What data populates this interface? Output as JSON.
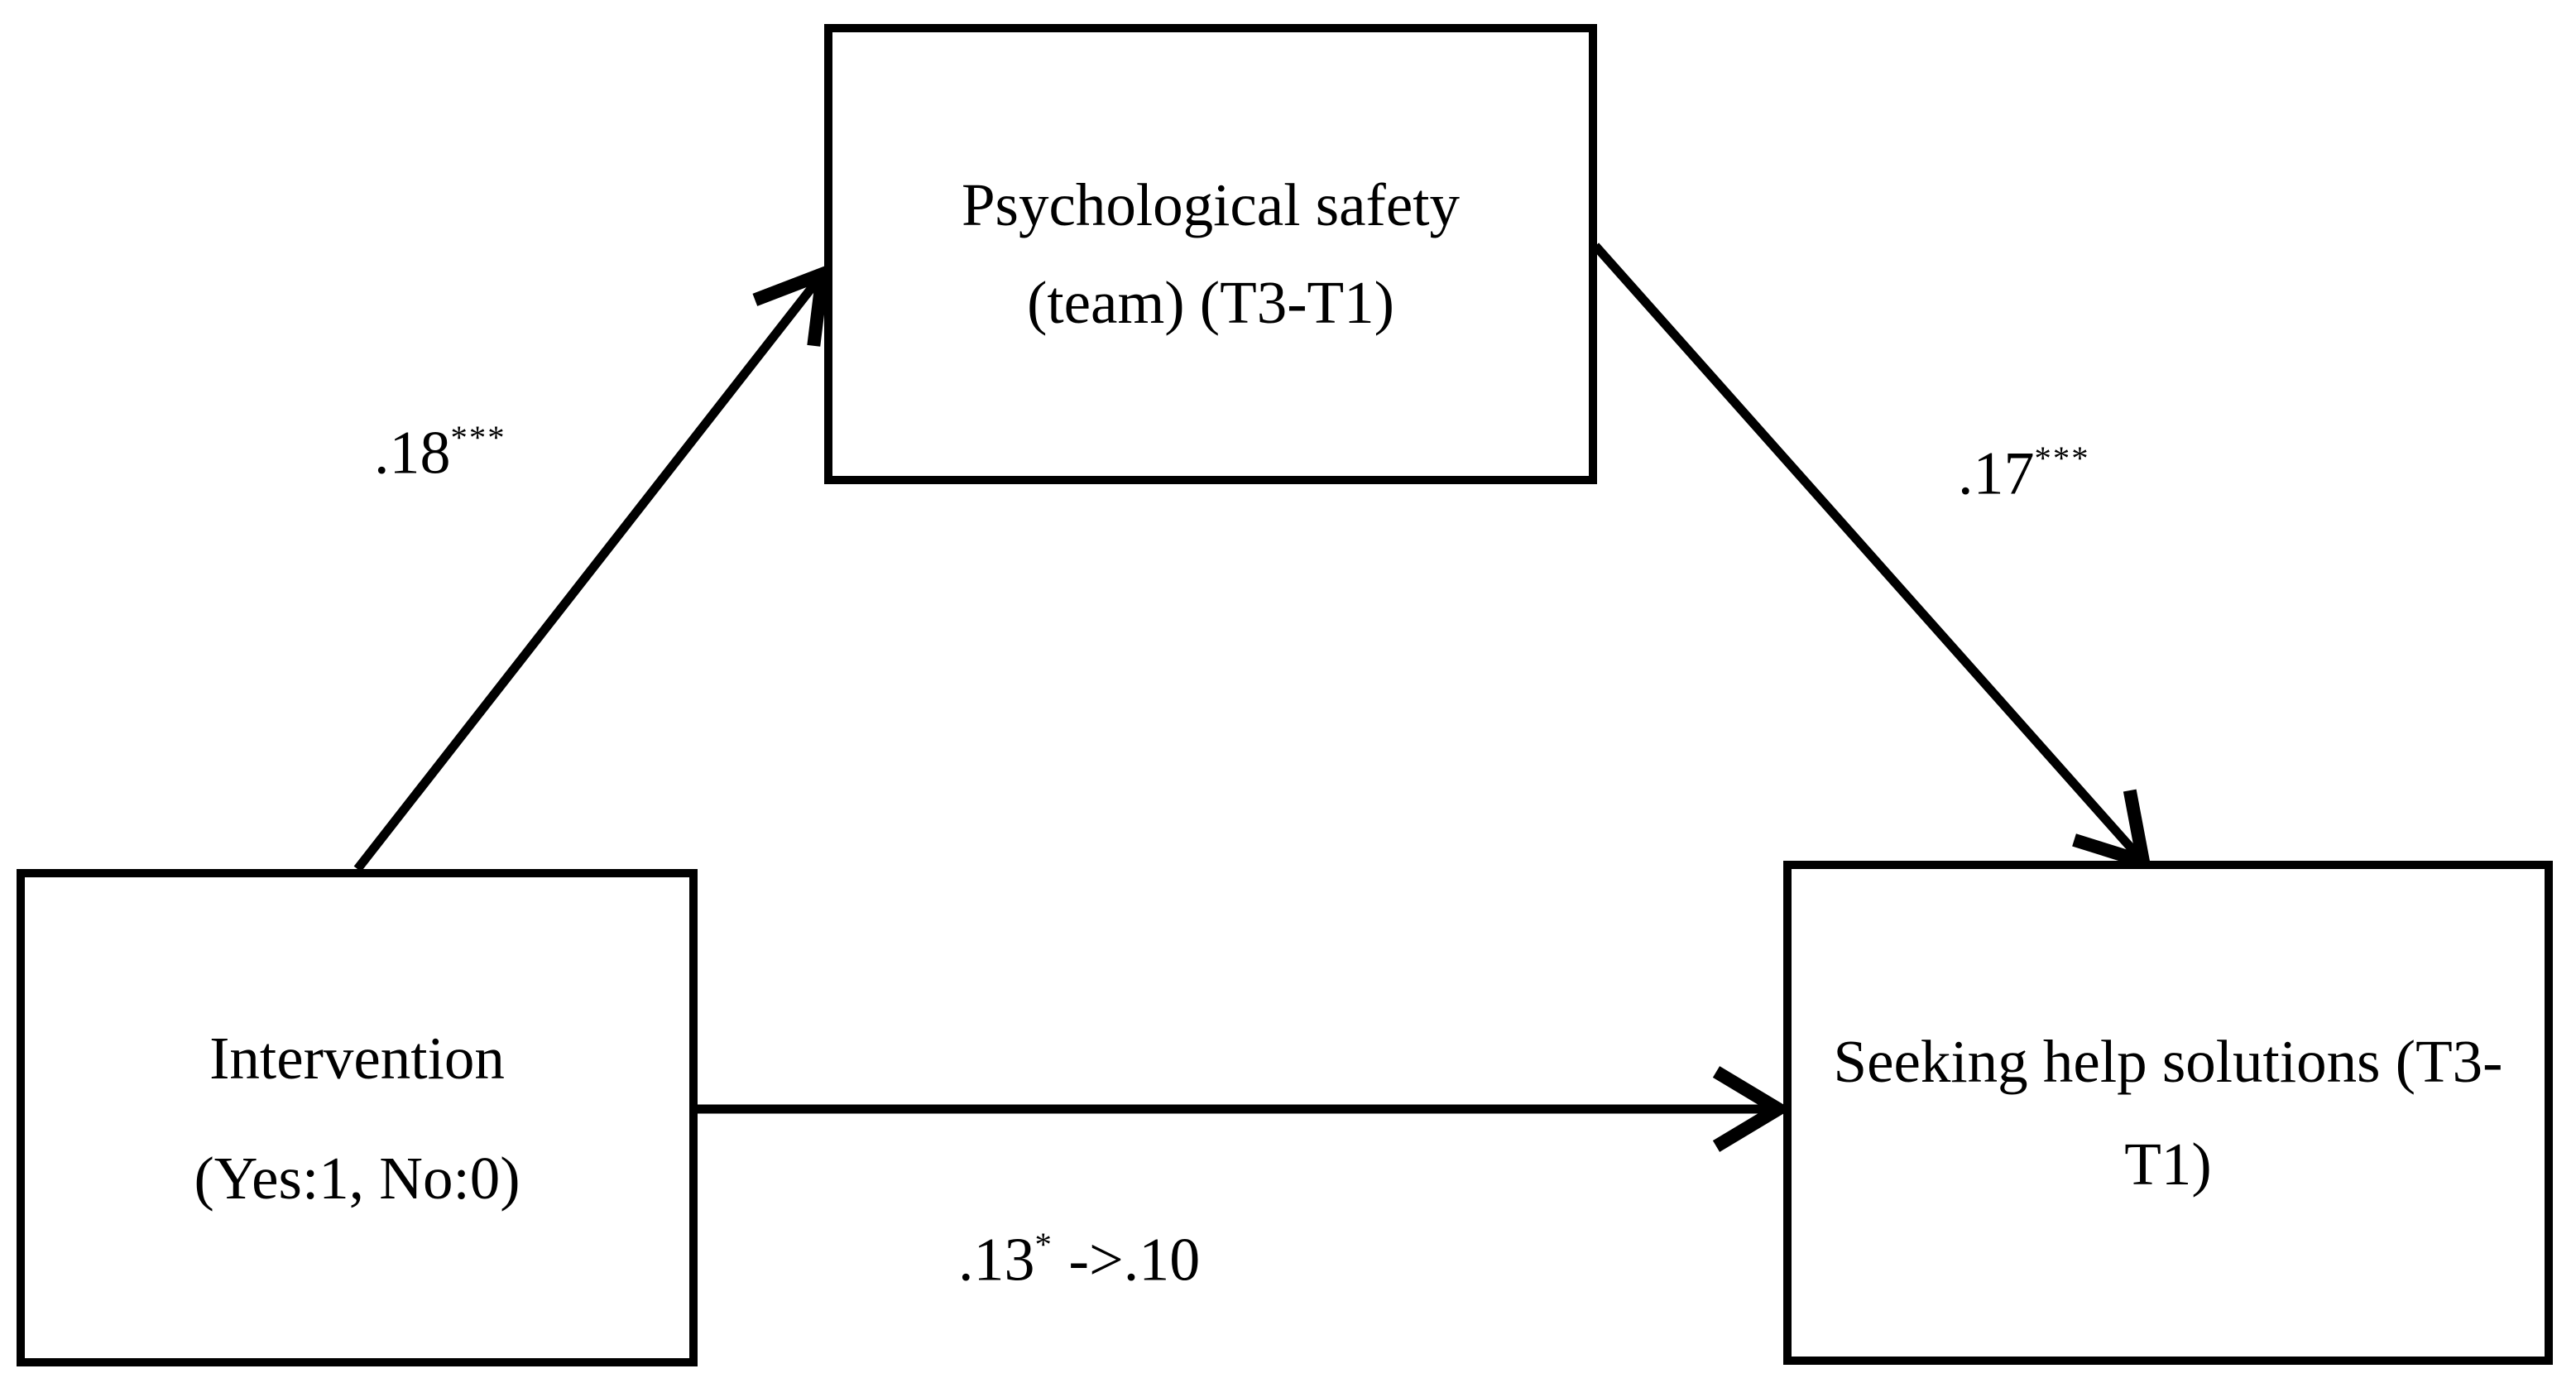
{
  "figure": {
    "kind": "mediation-path-diagram",
    "background_color": "#ffffff",
    "ink_color": "#000000"
  },
  "nodes": {
    "mediator": {
      "line1": "Psychological safety",
      "line2": "(team) (T3-T1)"
    },
    "predictor": {
      "line1": "Intervention",
      "line2": "(Yes:1, No:0)"
    },
    "outcome": {
      "line1": "Seeking help solutions (T3-",
      "line2": "T1)"
    }
  },
  "paths": {
    "a": {
      "from": "predictor",
      "to": "mediator",
      "coefficient": ".18",
      "significance": "***"
    },
    "b": {
      "from": "mediator",
      "to": "outcome",
      "coefficient": ".17",
      "significance": "***"
    },
    "c": {
      "from": "predictor",
      "to": "outcome",
      "coefficient": ".13",
      "significance": "*",
      "after": " ->.10"
    }
  }
}
